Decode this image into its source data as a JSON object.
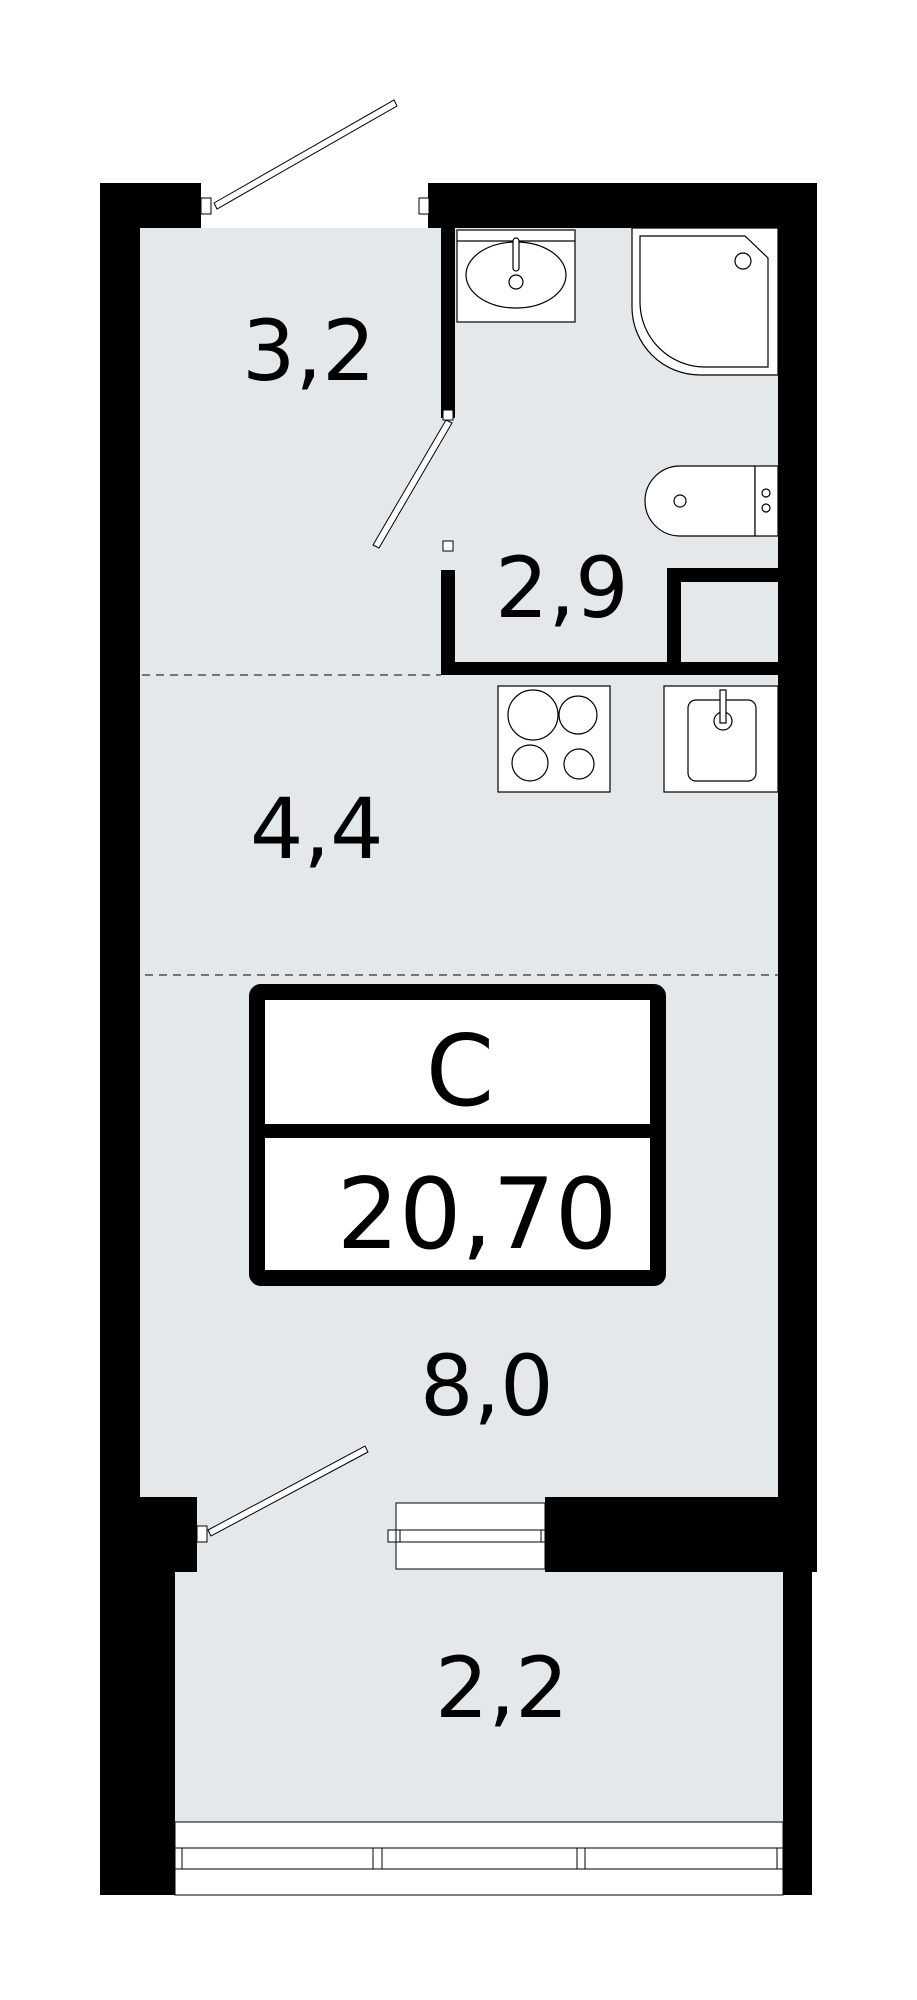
{
  "plan": {
    "colors": {
      "wall": "#000000",
      "floor": "#e5e8eb",
      "fixture": "#ffffff",
      "background": "#ffffff"
    },
    "apartment": {
      "type_label": "С",
      "total_area": "20,70"
    },
    "rooms": [
      {
        "id": "hallway",
        "area": "3,2"
      },
      {
        "id": "bathroom",
        "area": "2,9"
      },
      {
        "id": "kitchen",
        "area": "4,4"
      },
      {
        "id": "living",
        "area": "8,0"
      },
      {
        "id": "balcony",
        "area": "2,2"
      }
    ],
    "fixtures": [
      "washbasin",
      "corner-shower",
      "toilet",
      "cooktop",
      "kitchen-sink",
      "closet"
    ]
  }
}
